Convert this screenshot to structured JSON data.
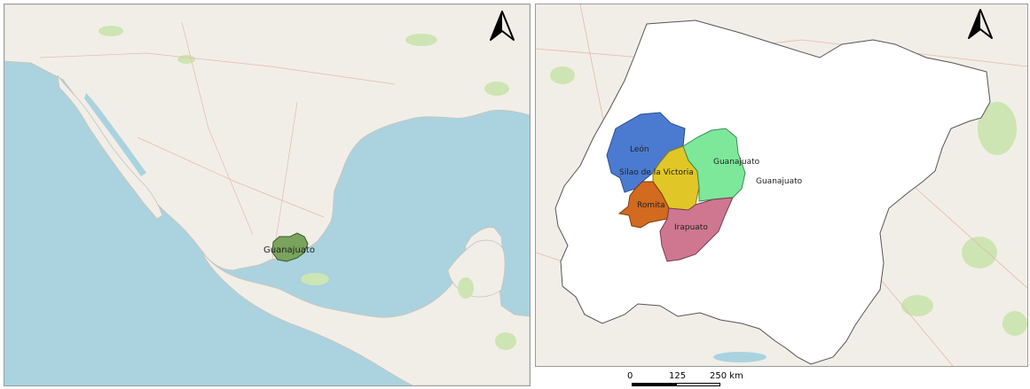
{
  "colors": {
    "sea": "#aad3df",
    "land": "#f1eee8",
    "vegetation": "#cde5b2",
    "state_highlight": "#7aa35d",
    "state_fill": "#ffffff",
    "leon": "#4a7bd0",
    "silao": "#e1c627",
    "guanajuato": "#7de89a",
    "romita": "#d26a1f",
    "irapuato": "#cf7790"
  },
  "left_map": {
    "north_arrow": "north-arrow-icon",
    "highlight_label": "Guanajuato"
  },
  "right_map": {
    "north_arrow": "north-arrow-icon",
    "state_label": "Guanajuato",
    "municipalities": [
      {
        "name": "León",
        "color_key": "leon"
      },
      {
        "name": "Silao de la Victoria",
        "color_key": "silao"
      },
      {
        "name": "Guanajuato",
        "color_key": "guanajuato"
      },
      {
        "name": "Romita",
        "color_key": "romita"
      },
      {
        "name": "Irapuato",
        "color_key": "irapuato"
      }
    ]
  },
  "scale_bar": {
    "ticks": [
      "0",
      "125",
      "250 km"
    ]
  }
}
